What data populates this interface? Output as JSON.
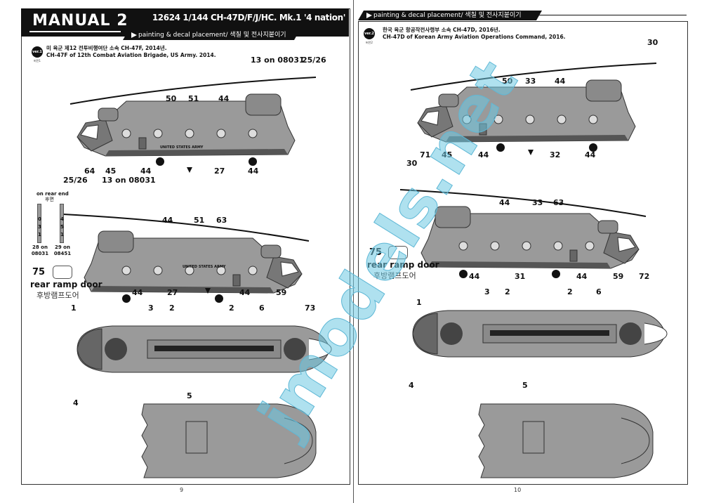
{
  "left_page": {
    "title": "MANUAL 2",
    "kit": "12624 1/144 CH-47D/F/J/HC. Mk.1 '4 nation'",
    "section": "painting & decal placement/ 색칠 및 전사지붙이기",
    "version_badge": "ver.1",
    "version_sub": "버전1",
    "caption_ko": "미 육군 제12 전투비행여단 소속 CH-47F, 2014년.",
    "caption_en": "CH-47F of 12th Combat Aviation Brigade, US Army. 2014.",
    "side1_labels": [
      "13 on 08031",
      "25/26",
      "50",
      "51",
      "44",
      "64",
      "45",
      "44",
      "27",
      "44"
    ],
    "side2_labels": [
      "25/26",
      "13 on 08031",
      "44",
      "51",
      "63",
      "44",
      "27",
      "44",
      "59"
    ],
    "rear_end": {
      "title": "on rear end",
      "title_ko": "후면",
      "strip1": "0 3 1",
      "strip2": "4 5 1",
      "label1": "28 on 08031",
      "label2": "29 on 08451"
    },
    "ramp": {
      "number": "75",
      "label": "rear ramp door",
      "label_ko": "후방램프도어"
    },
    "top_labels": [
      "1",
      "3",
      "2",
      "2",
      "6",
      "73",
      "4",
      "5"
    ],
    "fuselage_text": "UNITED STATES ARMY",
    "page_number": "9"
  },
  "right_page": {
    "section": "painting & decal placement/ 색칠 및 전사지붙이기",
    "version_badge": "ver.2",
    "version_sub": "버전2",
    "caption_ko": "한국 육군 항공작전사령부 소속 CH-47D, 2016년.",
    "caption_en": "CH-47D of Korean Army Aviation Operations Command, 2016.",
    "side1_labels": [
      "30",
      "50",
      "33",
      "44",
      "71",
      "45",
      "44",
      "32",
      "44"
    ],
    "side2_labels": [
      "30",
      "44",
      "33",
      "63",
      "44",
      "31",
      "44",
      "59",
      "72"
    ],
    "ramp": {
      "number": "75",
      "label": "rear ramp door",
      "label_ko": "후방램프도어"
    },
    "top_labels": [
      "1",
      "3",
      "2",
      "2",
      "6",
      "4",
      "5"
    ],
    "page_number": "10"
  },
  "watermark": "jmodels.net",
  "colors": {
    "body": "#9a9a9a",
    "dark": "#444444",
    "header": "#111111",
    "watermark": "#8fd3e6"
  }
}
